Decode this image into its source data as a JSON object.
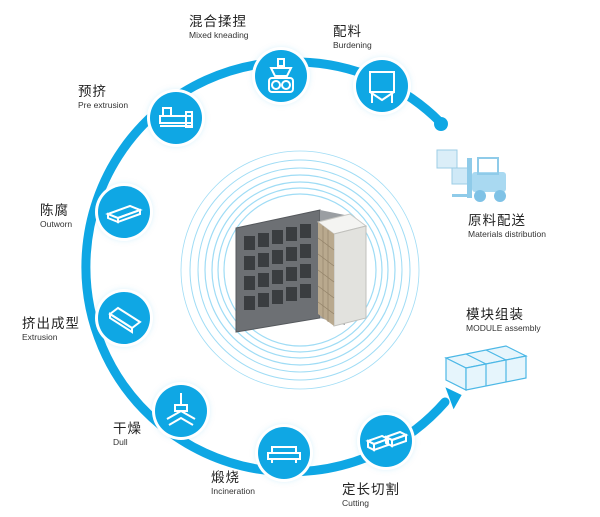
{
  "steps": {
    "mixed_kneading": {
      "cn": "混合揉捏",
      "en": "Mixed kneading"
    },
    "burdening": {
      "cn": "配料",
      "en": "Burdening"
    },
    "pre_extrusion": {
      "cn": "预挤",
      "en": "Pre extrusion"
    },
    "outworn": {
      "cn": "陈腐",
      "en": "Outworn"
    },
    "extrusion": {
      "cn": "挤出成型",
      "en": "Extrusion"
    },
    "dull": {
      "cn": "干燥",
      "en": "Dull"
    },
    "incineration": {
      "cn": "煅烧",
      "en": "Incineration"
    },
    "cutting": {
      "cn": "定长切割",
      "en": "Cutting"
    },
    "module_assembly": {
      "cn": "模块组装",
      "en": "MODULE assembly"
    },
    "materials_distribution": {
      "cn": "原料配送",
      "en": "Materials distribution"
    }
  },
  "icons": {
    "mixed_kneading": "kneading-machine-icon",
    "burdening": "hopper-icon",
    "pre_extrusion": "pre-extruder-icon",
    "outworn": "brick-block-icon",
    "extrusion": "extrusion-block-icon",
    "dull": "drying-icon",
    "incineration": "kiln-tray-icon",
    "cutting": "cutting-blocks-icon",
    "module_assembly": "module-assembly-icon",
    "materials_distribution": "forklift-icon"
  },
  "colors": {
    "accent": "#0fa7e4",
    "ring_light": "#9fdcf5",
    "icon_fill": "#ffffff"
  }
}
